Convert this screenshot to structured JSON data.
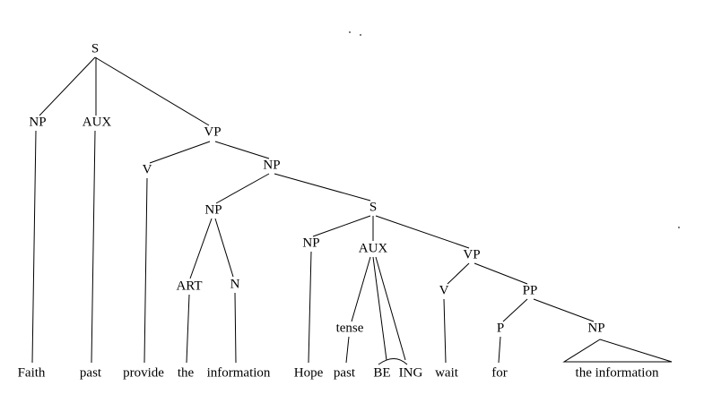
{
  "figure": {
    "background": "#ffffff",
    "line_color": "#000000",
    "description": "Transformational grammar parse tree for the sentence: Faith past provide the information Hope past BE ING wait for the information",
    "bracket_notation": "[S [NP Faith] [AUX past] [VP [V provide] [NP [NP [ART the] [N information]] [S [NP Hope] [AUX [tense past] BE ING] [VP [V wait] [PP [P for] [NP the information]]]]]]]"
  },
  "tree": {
    "nodes": {
      "s_root": "S",
      "np_subject": "NP",
      "aux_main": "AUX",
      "vp_main": "VP",
      "v_main": "V",
      "np_object": "NP",
      "np_inner": "NP",
      "s_embedded": "S",
      "art": "ART",
      "n": "N",
      "np_embedded_subject": "NP",
      "aux_embedded": "AUX",
      "vp_embedded": "VP",
      "tense": "tense",
      "v_embedded": "V",
      "pp": "PP",
      "p": "P",
      "np_pp_object": "NP"
    },
    "leaves": {
      "faith": "Faith",
      "past_main": "past",
      "provide": "provide",
      "the": "the",
      "information": "information",
      "hope": "Hope",
      "past_embedded": "past",
      "be": "BE",
      "ing": "ING",
      "wait": "wait",
      "for": "for",
      "the_information": "the information"
    }
  }
}
